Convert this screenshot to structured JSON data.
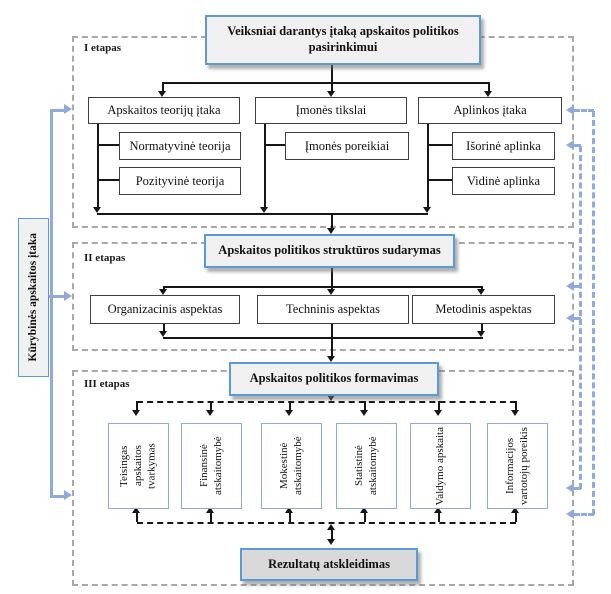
{
  "diagram": {
    "top_box": "Veiksniai darantys įtaką apskaitos politikos pasirinkimui",
    "left_label": "Kūrybinės apskaitos įtaka",
    "stages": {
      "stage1": {
        "label": "I etapas",
        "columns": [
          {
            "parent": "Apskaitos teorijų įtaka",
            "children": [
              "Normatyvinė teorija",
              "Pozityvinė teorija"
            ]
          },
          {
            "parent": "Įmonės tikslai",
            "children": [
              "Įmonės poreikiai"
            ]
          },
          {
            "parent": "Aplinkos įtaka",
            "children": [
              "Išorinė aplinka",
              "Vidinė aplinka"
            ]
          }
        ]
      },
      "stage2": {
        "label": "II etapas",
        "title": "Apskaitos politikos struktūros sudarymas",
        "aspects": [
          "Organizacinis aspektas",
          "Techninis aspektas",
          "Metodinis aspektas"
        ]
      },
      "stage3": {
        "label": "III etapas",
        "title": "Apskaitos politikos formavimas",
        "items": [
          "Teisingas apskaitos tvarkymas",
          "Finansinė atskaitomybė",
          "Mokestinė atskaitomybė",
          "Statistinė atskaitomybė",
          "Valdymo apskaita",
          "Informacijos vartotojų poreikis"
        ],
        "result": "Rezultatų atskleidimas"
      }
    },
    "colors": {
      "accent_blue_border": "#5b9bd5",
      "light_blue_line": "#8faadc",
      "light_blue_box_border": "#8eaadb",
      "title_box_fill": "#f0f0f0",
      "result_box_fill": "#d9d9d9",
      "dashed_container_gray": "#a8a8a8",
      "connector_black": "#161616"
    }
  }
}
